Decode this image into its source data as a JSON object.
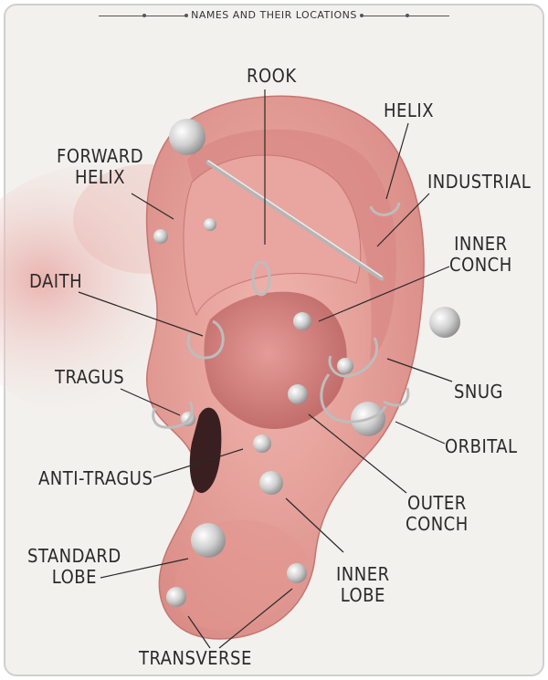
{
  "title": "NAMES AND THEIR LOCATIONS",
  "labels": {
    "rook": "ROOK",
    "helix": "HELIX",
    "forward_helix": "FORWARD\nHELIX",
    "industrial": "INDUSTRIAL",
    "inner_conch": "INNER\nCONCH",
    "daith": "DAITH",
    "tragus": "TRAGUS",
    "snug": "SNUG",
    "orbital": "ORBITAL",
    "anti_tragus": "ANTI-TRAGUS",
    "outer_conch": "OUTER\nCONCH",
    "standard_lobe": "STANDARD\nLOBE",
    "inner_lobe": "INNER\nLOBE",
    "transverse": "TRANSVERSE"
  },
  "colors": {
    "skin": "#e7a29c",
    "skin_dark": "#c9716e",
    "skin_light": "#f3c4bd",
    "metal": "#c9c9c9",
    "ink": "#2a2a2a",
    "wash": "#eab2ad"
  }
}
